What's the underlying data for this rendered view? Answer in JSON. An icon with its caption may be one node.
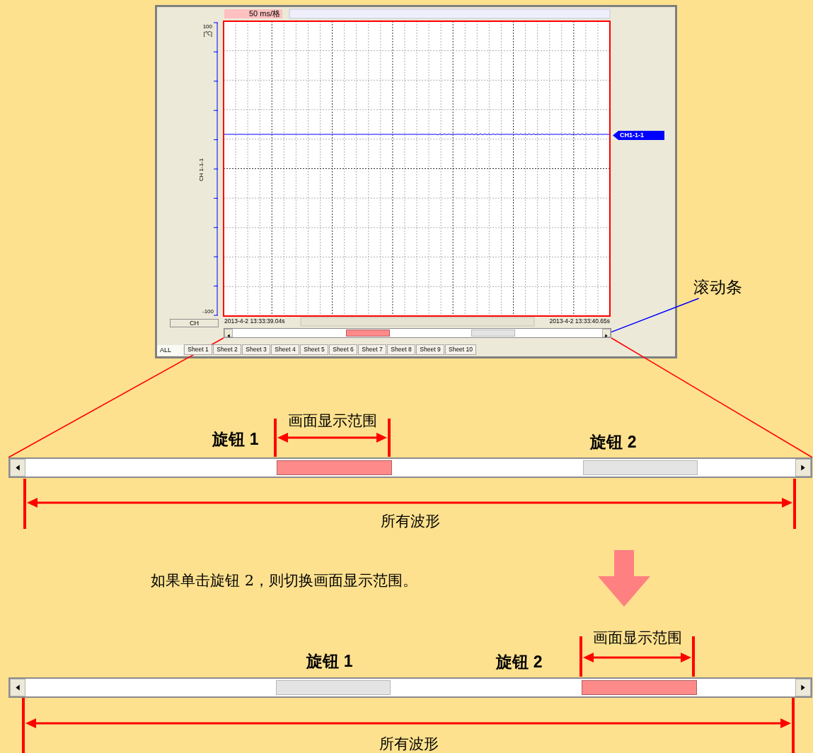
{
  "diagram": {
    "nodes": [
      {
        "text": [
          "滚动条"
        ]
      },
      {
        "text": [],
        "shape": "bar"
      },
      {
        "text": [],
        "shape": "bar"
      },
      {
        "text": [],
        "shape": "bar"
      }
    ],
    "edges": [
      {
        "from": 0,
        "to": 1,
        "arrow": "none",
        "color": "#0000ff"
      },
      {
        "from": 1,
        "to": 2,
        "arrow": "none",
        "color": "#ff0000"
      },
      {
        "from": 1,
        "to": 2,
        "arrow": "none",
        "color": "#ff0000"
      }
    ],
    "labels": [
      "50 ms/格",
      "100",
      "[℃]",
      "CH1-1-1",
      "CH 1-1-1",
      "-100",
      "CH",
      "2013-4-2 13:33:39.04s",
      "2013-4-2 13:33:40.65s",
      "ALL",
      "Sheet 1",
      "Sheet 2",
      "Sheet 3",
      "Sheet 4",
      "Sheet 5",
      "Sheet 6",
      "Sheet 7",
      "Sheet 8",
      "Sheet 9",
      "Sheet 10",
      "画面显示范围",
      "旋钮 1",
      "旋钮 2",
      "所有波形",
      "如果单击旋钮 2，则切换画面显示范围。",
      "画面显示范围",
      "旋钮 1",
      "旋钮 2",
      "所有波形"
    ]
  }
}
